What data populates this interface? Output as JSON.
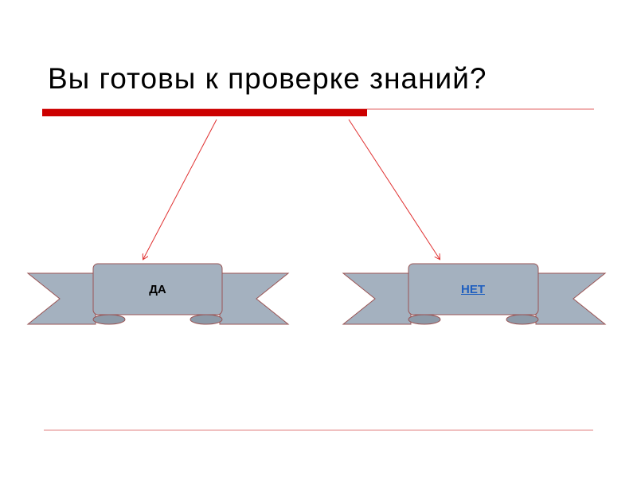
{
  "slide": {
    "title": "Вы готовы к проверке знаний?",
    "options": [
      {
        "label": "ДА",
        "link": false
      },
      {
        "label": "НЕТ",
        "link": true
      }
    ]
  },
  "colors": {
    "accent": "#cc0000",
    "ribbon_fill": "#a4b1bf",
    "ribbon_stroke": "#9a5454",
    "link": "#1f5fbf"
  }
}
